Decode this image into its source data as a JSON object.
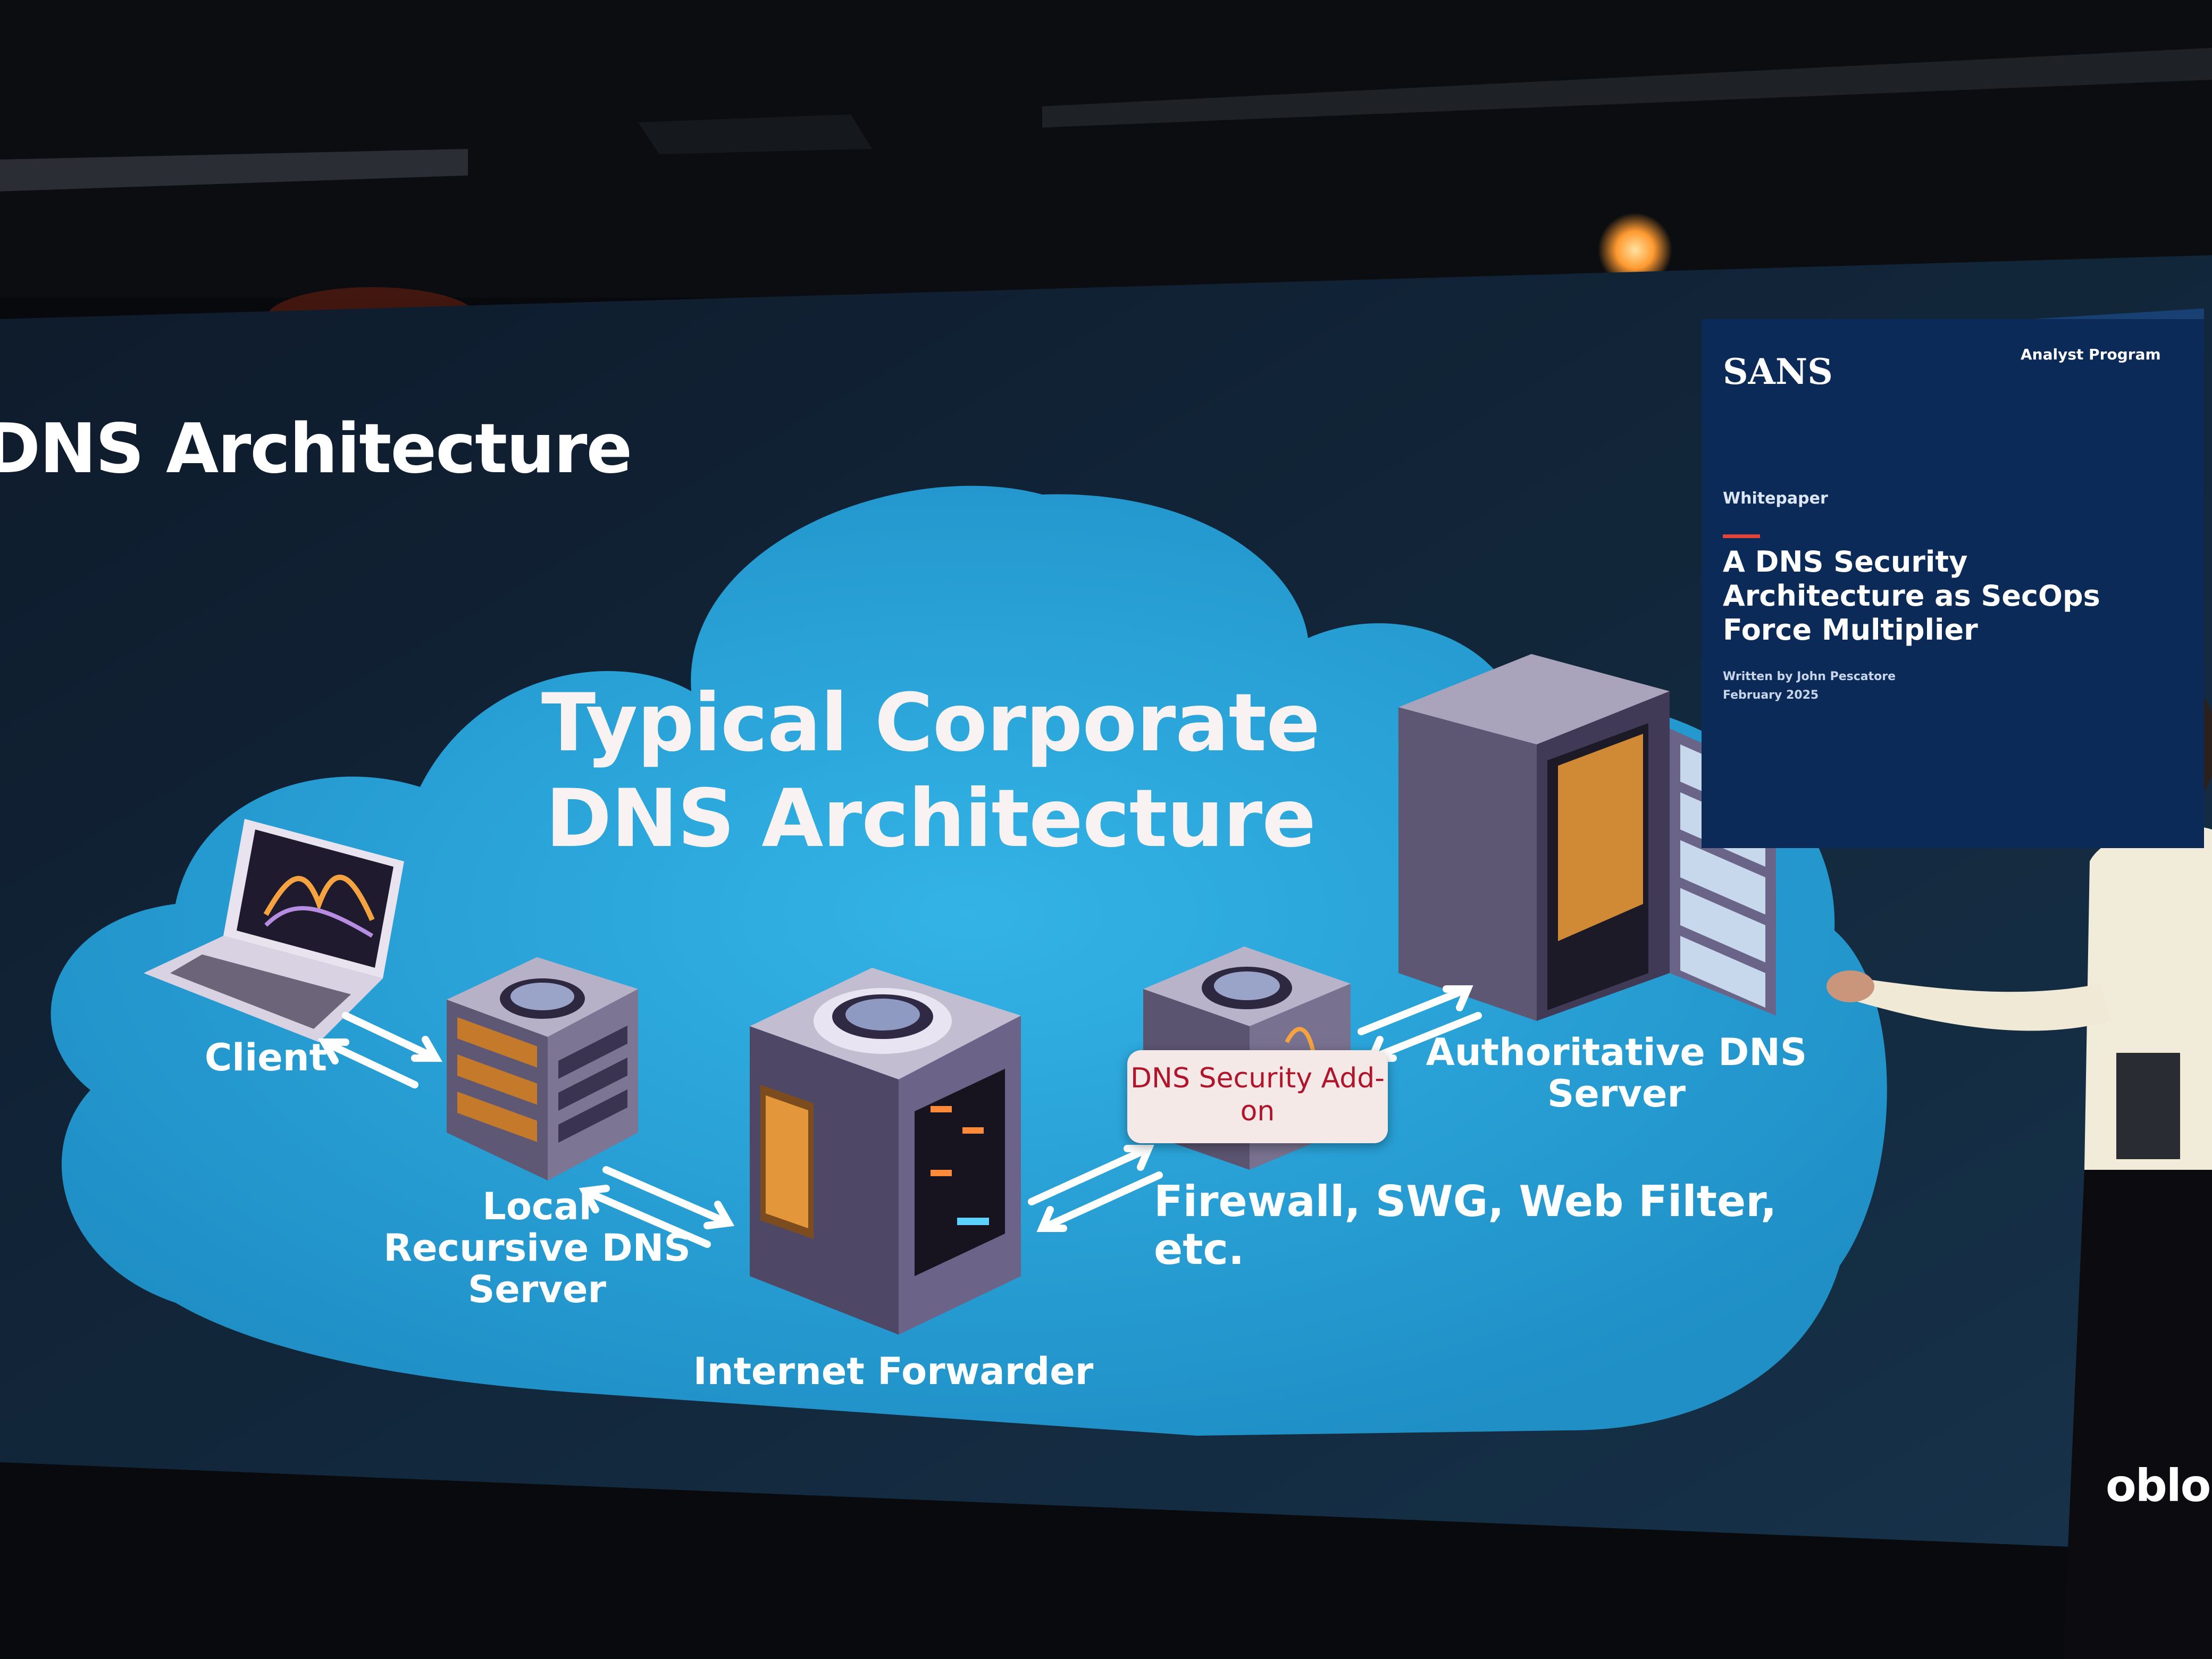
{
  "slide": {
    "title": "DNS Architecture",
    "brand_fragment": "oblo"
  },
  "diagram": {
    "title": "Typical Corporate DNS Architecture",
    "nodes": {
      "client": "Client",
      "local_recursive": "Local Recursive DNS Server",
      "internet_forwarder": "Internet Forwarder",
      "authoritative": "Authoritative DNS Server",
      "firewall": "Firewall, SWG, Web Filter, etc.",
      "security_addon": "DNS Security Add-on"
    }
  },
  "whitepaper": {
    "brand": "SANS",
    "program": "Analyst Program",
    "type": "Whitepaper",
    "title": "A DNS Security Architecture as SecOps Force Multiplier",
    "author": "Written by John Pescatore",
    "date": "February 2025"
  },
  "colors": {
    "cloud": "#2aa3d8",
    "cloud_dark": "#1d82b5",
    "slide_bg": "#0f1e2f",
    "addon_text": "#b0152c",
    "panel": "#0b2a58"
  }
}
